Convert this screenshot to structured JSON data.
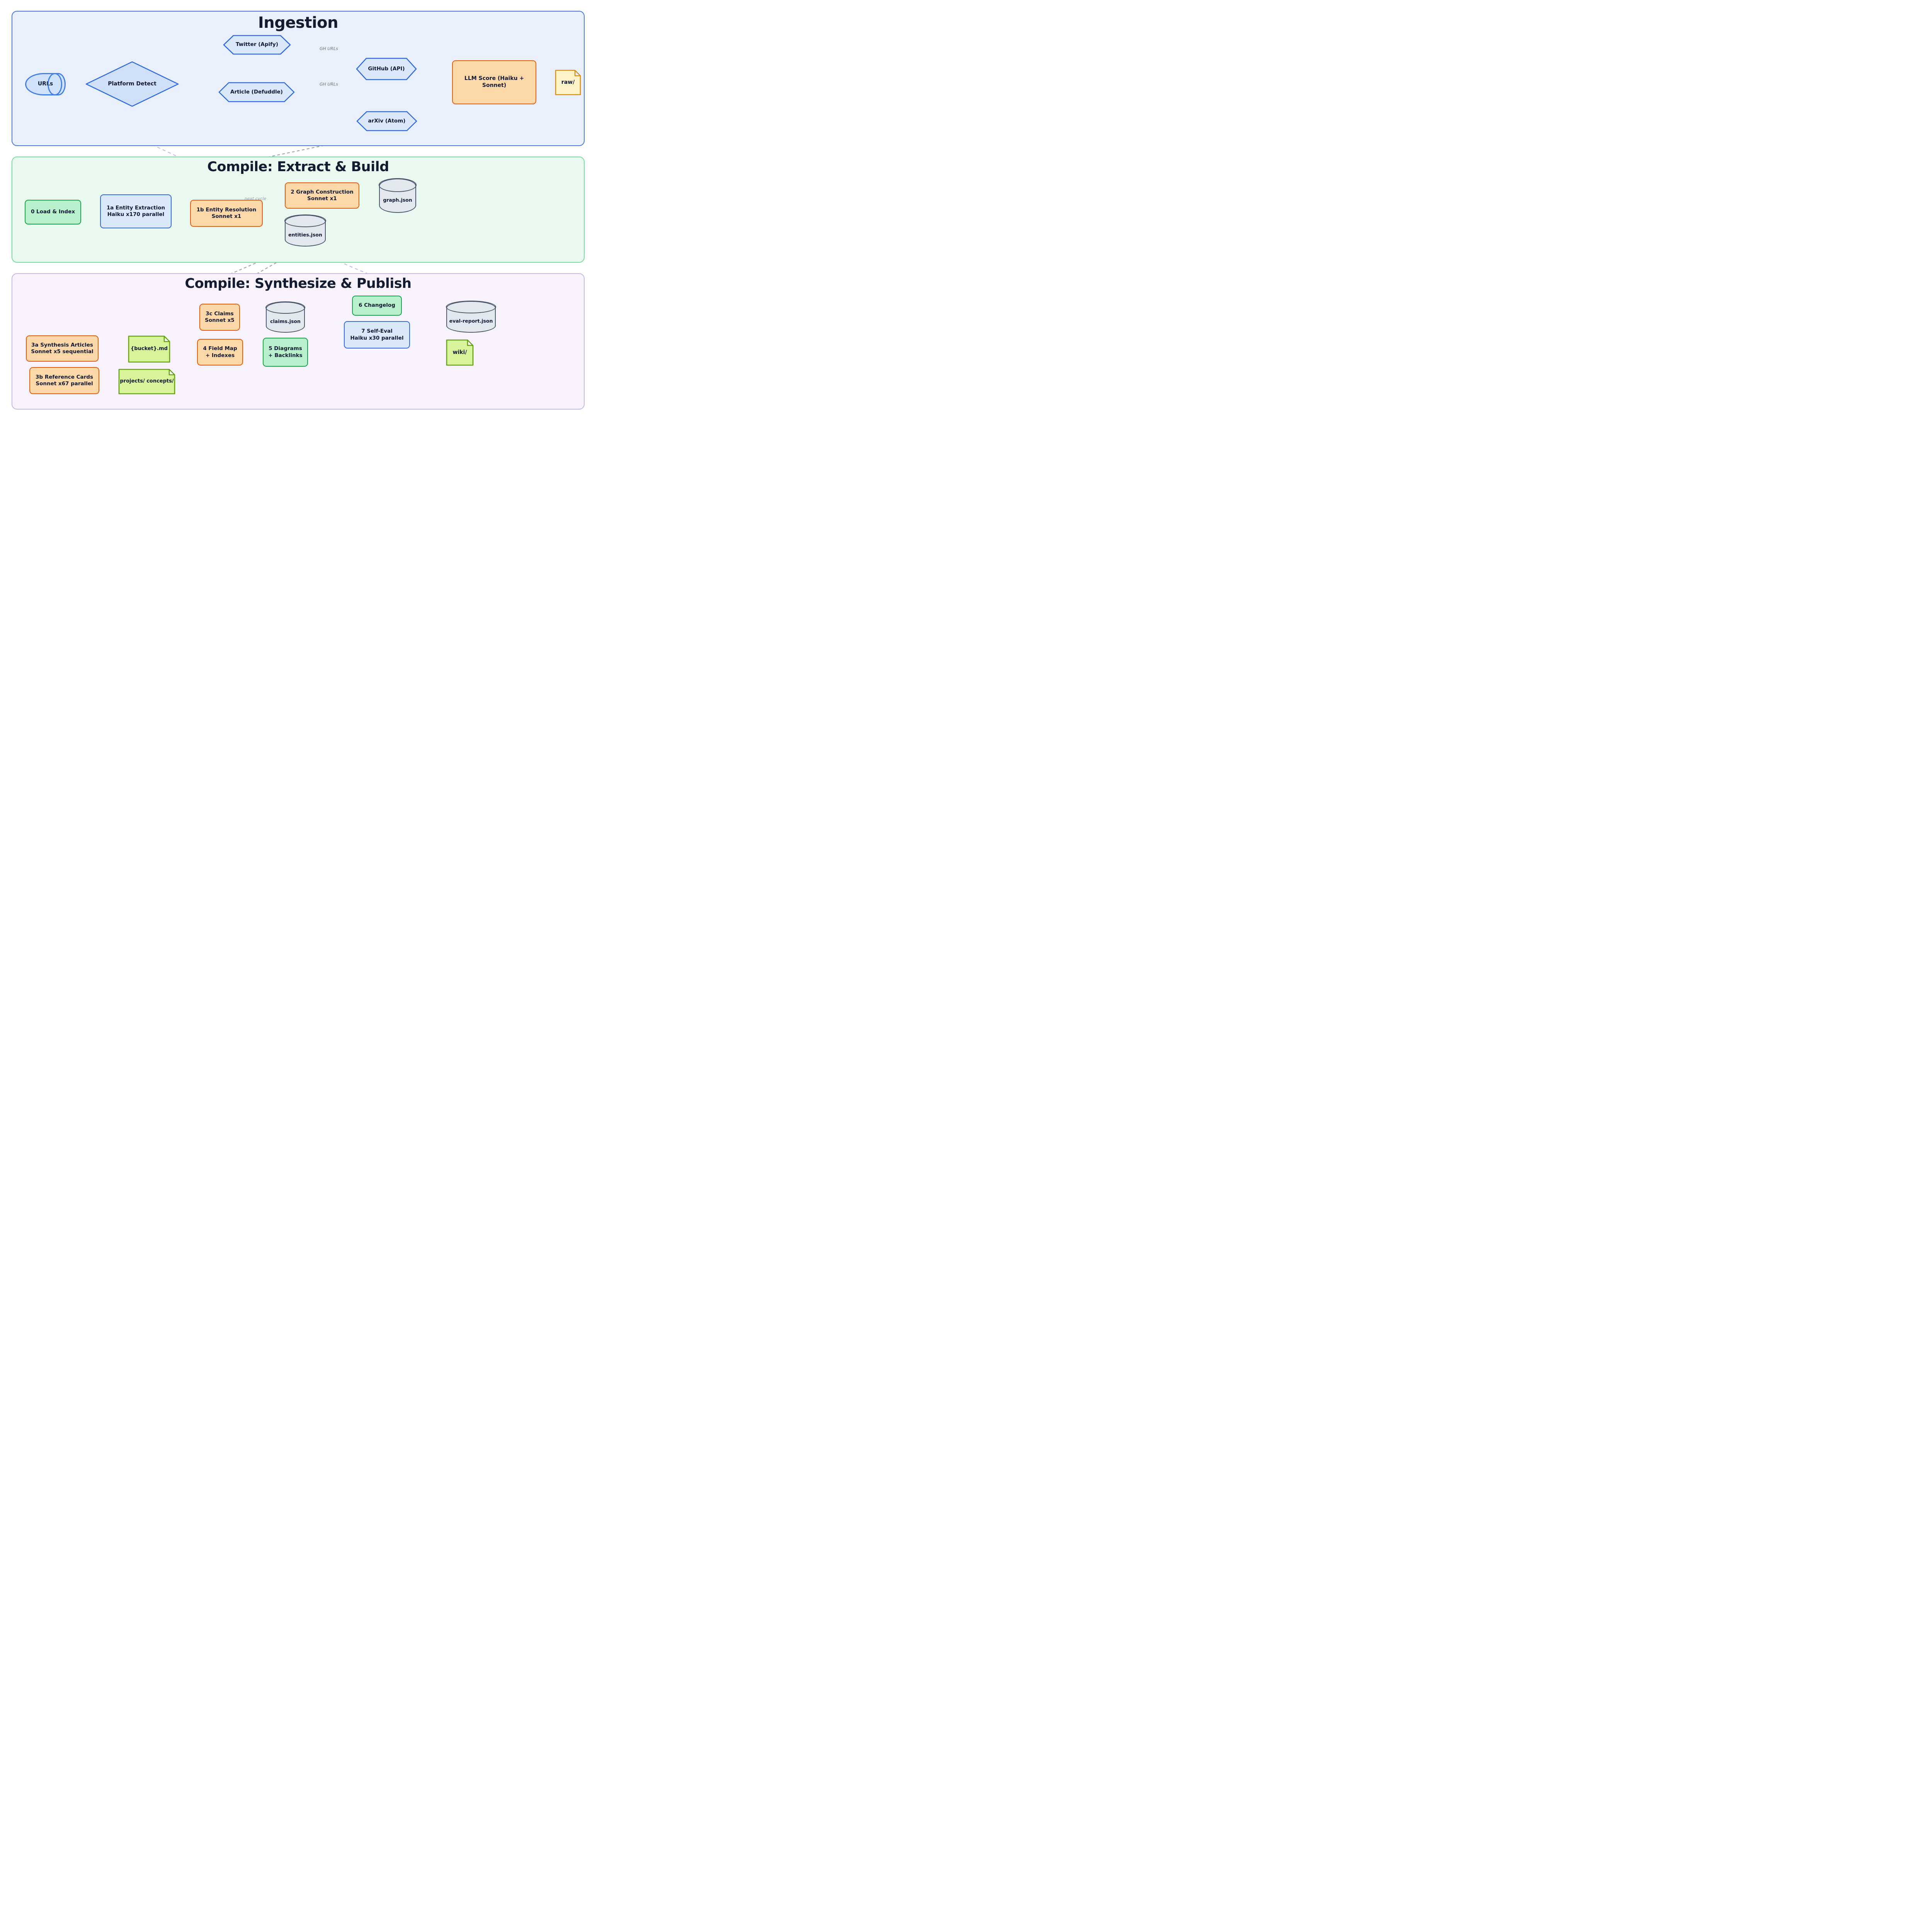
{
  "diagram": {
    "sections": [
      {
        "id": "s1",
        "title": "Ingestion",
        "fill": "#e9f0fc",
        "border": "#4878dd",
        "title_size": 40
      },
      {
        "id": "s2",
        "title": "Compile: Extract & Build",
        "fill": "#e9f9ef",
        "border": "#74dd9e",
        "title_size": 35
      },
      {
        "id": "s3",
        "title": "Compile: Synthesize & Publish",
        "fill": "#f7f2fc",
        "border": "#c7b6e7",
        "title_size": 35
      }
    ],
    "palettes": {
      "blue": {
        "fill": "#dbe8fa",
        "stroke": "#2f6be0"
      },
      "blueDeep": {
        "fill": "#cfe0f8",
        "stroke": "#2f6be0"
      },
      "urls": {
        "fill": "#cfe2f9",
        "stroke": "#3f7ee8"
      },
      "orange": {
        "fill": "#fcd8a8",
        "stroke": "#e45d0d"
      },
      "green": {
        "fill": "#b8f0cc",
        "stroke": "#17a34a"
      },
      "cylGray": {
        "fill": "#e3e8ef",
        "stroke": "#49556b"
      },
      "docYellow": {
        "fill": "#fdf3c9",
        "stroke": "#d9900f"
      },
      "docLime": {
        "fill": "#d8f49b",
        "stroke": "#64a20c"
      }
    },
    "edge_styles": {
      "solid": {
        "color": "#1d3f9e"
      },
      "bright": {
        "color": "#2458de"
      },
      "dashGray": {
        "color": "#98a2b0"
      },
      "dashLav": {
        "color": "#c7b9ec"
      }
    },
    "nodes": [
      {
        "id": "urls",
        "section": "s1",
        "label": "URLs",
        "shape": "cylh",
        "palette": "urls"
      },
      {
        "id": "platform",
        "section": "s1",
        "label": "Platform Detect",
        "shape": "diamond",
        "palette": "blueDeep"
      },
      {
        "id": "twitter",
        "section": "s1",
        "label": "Twitter (Apify)",
        "shape": "hex",
        "palette": "blue"
      },
      {
        "id": "github",
        "section": "s1",
        "label": "GitHub (API)",
        "shape": "hex",
        "palette": "blue"
      },
      {
        "id": "article",
        "section": "s1",
        "label": "Article (Defuddle)",
        "shape": "hex",
        "palette": "blue"
      },
      {
        "id": "arxiv",
        "section": "s1",
        "label": "arXiv (Atom)",
        "shape": "hex",
        "palette": "blue"
      },
      {
        "id": "llm",
        "section": "s1",
        "label": "LLM Score (Haiku + Sonnet)",
        "shape": "rect",
        "palette": "orange"
      },
      {
        "id": "raw",
        "section": "s1",
        "label": "raw/",
        "shape": "doc",
        "palette": "docYellow"
      },
      {
        "id": "load",
        "section": "s2",
        "label": "0 Load & Index",
        "shape": "rect",
        "palette": "green"
      },
      {
        "id": "s1a",
        "section": "s2",
        "label": "1a Entity Extraction\nHaiku x170 parallel",
        "shape": "rect",
        "palette": "blue"
      },
      {
        "id": "s1b",
        "section": "s2",
        "label": "1b Entity Resolution\nSonnet x1",
        "shape": "rect",
        "palette": "orange"
      },
      {
        "id": "s2g",
        "section": "s2",
        "label": "2 Graph Construction\nSonnet x1",
        "shape": "rect",
        "palette": "orange"
      },
      {
        "id": "graphjson",
        "section": "s2",
        "label": "graph.json",
        "shape": "cylv",
        "palette": "cylGray"
      },
      {
        "id": "entities",
        "section": "s2",
        "label": "entities.json",
        "shape": "cylv",
        "palette": "cylGray"
      },
      {
        "id": "s3a",
        "section": "s3",
        "label": "3a Synthesis Articles\nSonnet x5 sequential",
        "shape": "rect",
        "palette": "orange"
      },
      {
        "id": "bucket",
        "section": "s3",
        "label": "{bucket}.md",
        "shape": "doc",
        "palette": "docLime"
      },
      {
        "id": "s3b",
        "section": "s3",
        "label": "3b Reference Cards\nSonnet x67 parallel",
        "shape": "rect",
        "palette": "orange"
      },
      {
        "id": "projects",
        "section": "s3",
        "label": "projects/ concepts/",
        "shape": "doc",
        "palette": "docLime"
      },
      {
        "id": "s3c",
        "section": "s3",
        "label": "3c Claims\nSonnet x5",
        "shape": "rect",
        "palette": "orange"
      },
      {
        "id": "s4",
        "section": "s3",
        "label": "4 Field Map\n+ Indexes",
        "shape": "rect",
        "palette": "orange"
      },
      {
        "id": "claimsjson",
        "section": "s3",
        "label": "claims.json",
        "shape": "cylv",
        "palette": "cylGray"
      },
      {
        "id": "s5",
        "section": "s3",
        "label": "5 Diagrams\n+ Backlinks",
        "shape": "rect",
        "palette": "green"
      },
      {
        "id": "s6",
        "section": "s3",
        "label": "6 Changelog",
        "shape": "rect",
        "palette": "green"
      },
      {
        "id": "s7",
        "section": "s3",
        "label": "7 Self-Eval\nHaiku x30 parallel",
        "shape": "rect",
        "palette": "blue"
      },
      {
        "id": "evalreport",
        "section": "s3",
        "label": "eval-report.json",
        "shape": "cylv",
        "palette": "cylGray"
      },
      {
        "id": "wiki",
        "section": "s3",
        "label": "wiki/",
        "shape": "doc",
        "palette": "docLime"
      }
    ],
    "edges": [
      {
        "id": "e_urls_pd",
        "from": "urls",
        "to": "platform",
        "style": "solid"
      },
      {
        "id": "e_pd_tw",
        "from": "platform",
        "to": "twitter",
        "style": "solid"
      },
      {
        "id": "e_pd_gh",
        "from": "platform",
        "to": "github",
        "style": "solid"
      },
      {
        "id": "e_pd_ar",
        "from": "platform",
        "to": "article",
        "style": "solid"
      },
      {
        "id": "e_pd_ax",
        "from": "platform",
        "to": "arxiv",
        "style": "solid"
      },
      {
        "id": "e_tw_llm",
        "from": "twitter",
        "to": "llm",
        "style": "solid"
      },
      {
        "id": "e_gh_llm",
        "from": "github",
        "to": "llm",
        "style": "solid"
      },
      {
        "id": "e_ar_llm",
        "from": "article",
        "to": "llm",
        "style": "solid"
      },
      {
        "id": "e_ax_llm",
        "from": "arxiv",
        "to": "llm",
        "style": "solid"
      },
      {
        "id": "e_llm_raw",
        "from": "llm",
        "to": "raw",
        "style": "bright"
      },
      {
        "id": "e_tw_ghd",
        "from": "twitter",
        "to": "github",
        "style": "dashGray",
        "label": "GH URLs"
      },
      {
        "id": "e_ar_ghd",
        "from": "article",
        "to": "github",
        "style": "dashGray",
        "label": "GH URLs"
      },
      {
        "id": "e_raw_load",
        "from": "raw",
        "to": "load",
        "style": "dashGray"
      },
      {
        "id": "e_load_1a",
        "from": "load",
        "to": "s1a",
        "style": "solid"
      },
      {
        "id": "e_1a_1b",
        "from": "s1a",
        "to": "s1b",
        "style": "solid"
      },
      {
        "id": "e_1b_2",
        "from": "s1b",
        "to": "s2g",
        "style": "solid"
      },
      {
        "id": "e_1b_ent",
        "from": "s1b",
        "to": "entities",
        "style": "solid"
      },
      {
        "id": "e_2_graph",
        "from": "s2g",
        "to": "graphjson",
        "style": "solid"
      },
      {
        "id": "e_ent_graph",
        "from": "entities",
        "to": "graphjson",
        "style": "dashGray"
      },
      {
        "id": "e_ent_urls",
        "from": "entities",
        "to": "urls",
        "style": "dashLav",
        "label": "next cycle"
      },
      {
        "id": "e_ent_eval",
        "from": "entities",
        "to": "evalreport",
        "style": "dashLav"
      },
      {
        "id": "e_ent_3a",
        "from": "entities",
        "to": "s3a",
        "style": "dashGray"
      },
      {
        "id": "e_ent_3b",
        "from": "entities",
        "to": "s3b",
        "style": "dashGray"
      },
      {
        "id": "e_3a_bucket",
        "from": "s3a",
        "to": "bucket",
        "style": "solid"
      },
      {
        "id": "e_3b_proj",
        "from": "s3b",
        "to": "projects",
        "style": "solid"
      },
      {
        "id": "e_bucket_3c",
        "from": "bucket",
        "to": "s3c",
        "style": "solid"
      },
      {
        "id": "e_bucket_4",
        "from": "bucket",
        "to": "s4",
        "style": "solid"
      },
      {
        "id": "e_3c_claims",
        "from": "s3c",
        "to": "claimsjson",
        "style": "solid"
      },
      {
        "id": "e_4_5",
        "from": "s4",
        "to": "s5",
        "style": "solid"
      },
      {
        "id": "e_claims_7",
        "from": "claimsjson",
        "to": "s7",
        "style": "solid"
      },
      {
        "id": "e_5_6",
        "from": "s5",
        "to": "s6",
        "style": "solid"
      },
      {
        "id": "e_5_wiki",
        "from": "s5",
        "to": "wiki",
        "style": "solid"
      },
      {
        "id": "e_6_wiki",
        "from": "s6",
        "to": "wiki",
        "style": "solid"
      },
      {
        "id": "e_7_eval",
        "from": "s7",
        "to": "evalreport",
        "style": "solid"
      }
    ]
  }
}
